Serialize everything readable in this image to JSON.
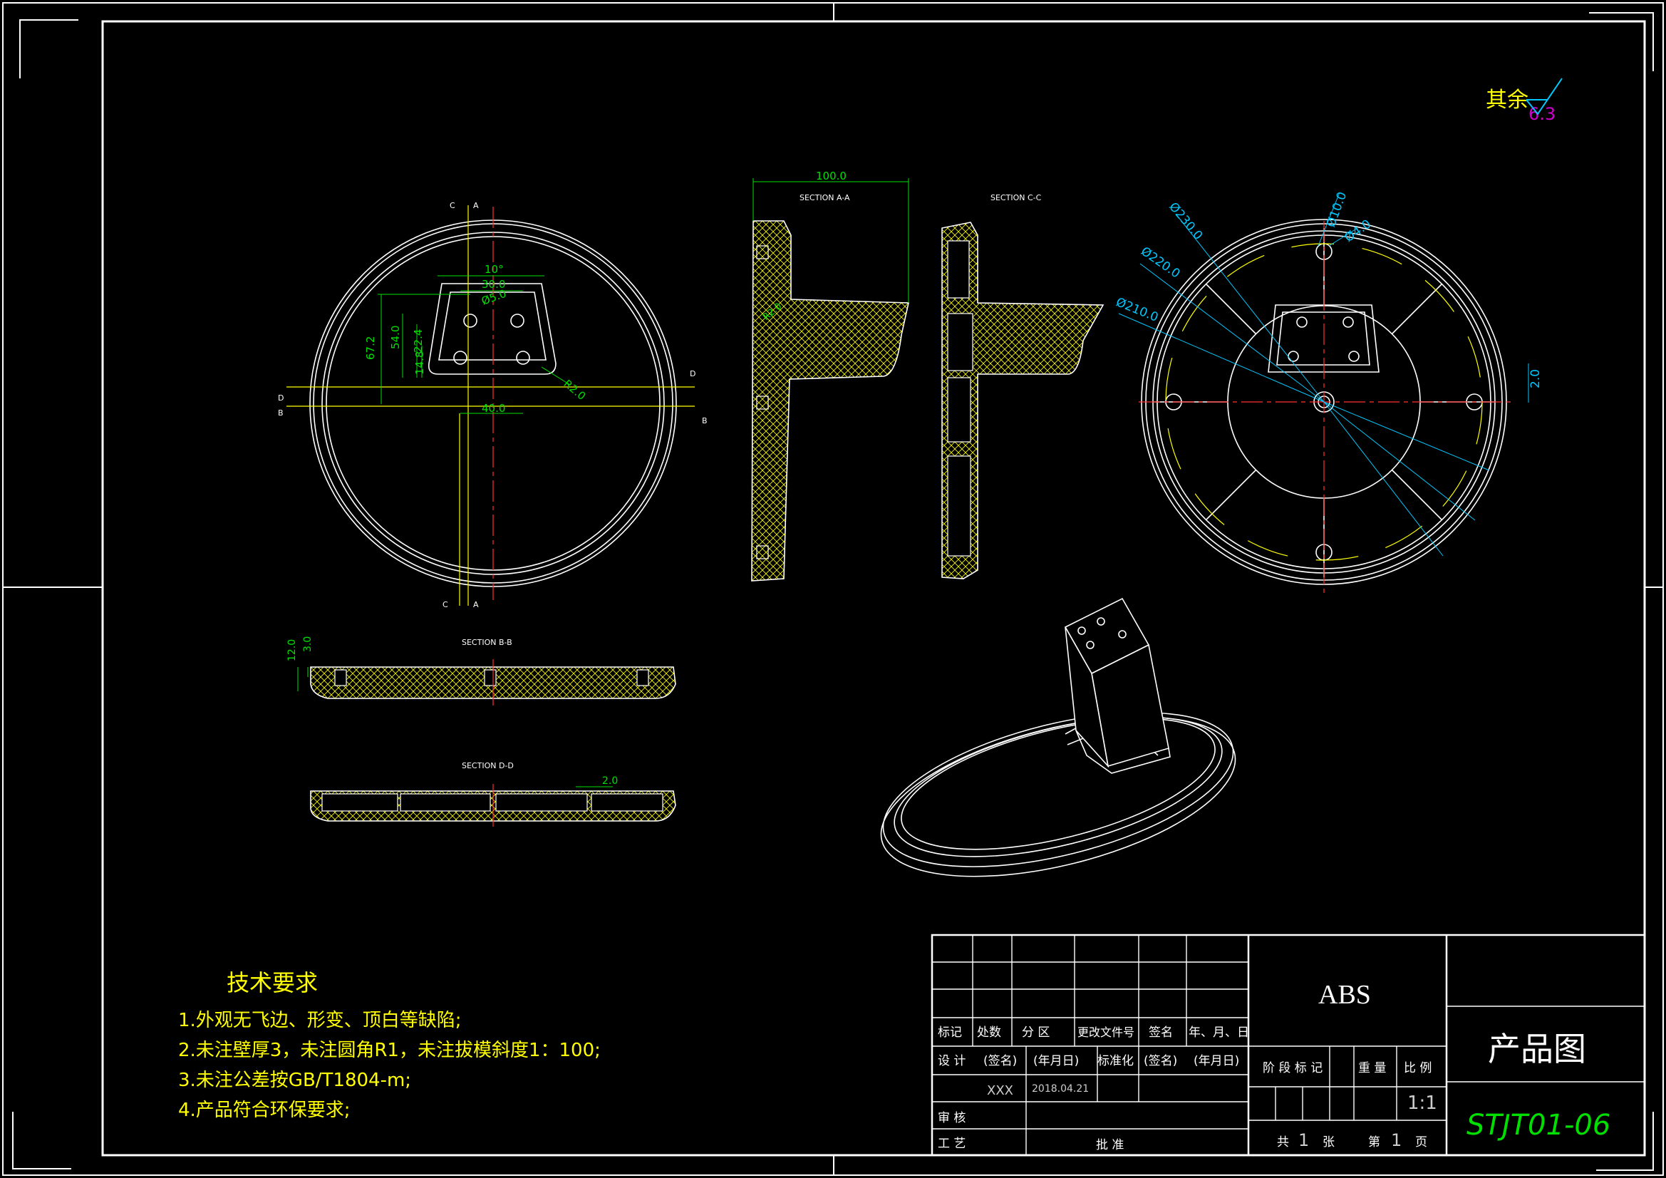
{
  "colors": {
    "background": "#000000",
    "line": "#ffffff",
    "dimension": "#00e000",
    "outline": "#ffff00",
    "center": "#ff3030",
    "leader": "#00c8ff",
    "roughness": "#d000d0"
  },
  "roughness_note": {
    "label": "其余",
    "value": "6.3"
  },
  "front_view": {
    "cut_labels": [
      "C",
      "A",
      "C",
      "A",
      "D",
      "B",
      "D",
      "B"
    ],
    "dims": [
      "10°",
      "30.0",
      "Ø5.0",
      "67.2",
      "54.0",
      "22.4",
      "14.8",
      "R2.0",
      "40.0"
    ]
  },
  "section_aa": {
    "title": "SECTION A-A",
    "dims": [
      "100.0",
      "R2.0"
    ]
  },
  "section_cc": {
    "title": "SECTION C-C"
  },
  "section_bb": {
    "title": "SECTION B-B",
    "dims": [
      "12.0",
      "3.0"
    ]
  },
  "section_dd": {
    "title": "SECTION D-D",
    "dims": [
      "2.0"
    ]
  },
  "top_view": {
    "dims": [
      "Ø230.0",
      "Ø220.0",
      "Ø210.0",
      "Ø10.0",
      "Ø4.0",
      "2.0"
    ]
  },
  "tech_req": {
    "title": "技术要求",
    "items": [
      "1.外观无飞边、形变、顶白等缺陷;",
      "2.未注壁厚3，未注圆角R1，未注拔模斜度1：100;",
      "3.未注公差按GB/T1804-m;",
      "4.产品符合环保要求;"
    ]
  },
  "title_block": {
    "material": "ABS",
    "drawing_name": "产品图",
    "drawing_number": "STJT01-06",
    "rev_headers": [
      "标记",
      "处数",
      "分 区",
      "更改文件号",
      "签名",
      "年、月、日"
    ],
    "design_label": "设 计",
    "sign_label": "(签名)",
    "date_label": "(年月日)",
    "standard_label": "标准化",
    "sign_label2": "(签名)",
    "date_label2": "(年月日)",
    "designer": "XXX",
    "date": "2018.04.21",
    "review_label": "审 核",
    "process_label": "工 艺",
    "approve_label": "批 准",
    "stage_label": "阶 段 标 记",
    "weight_label": "重 量",
    "scale_label": "比 例",
    "scale": "1:1",
    "total_prefix": "共",
    "total_sheets": "1",
    "sheet_unit1": "张",
    "sheet_prefix": "第",
    "sheet_no": "1",
    "sheet_unit2": "页"
  }
}
